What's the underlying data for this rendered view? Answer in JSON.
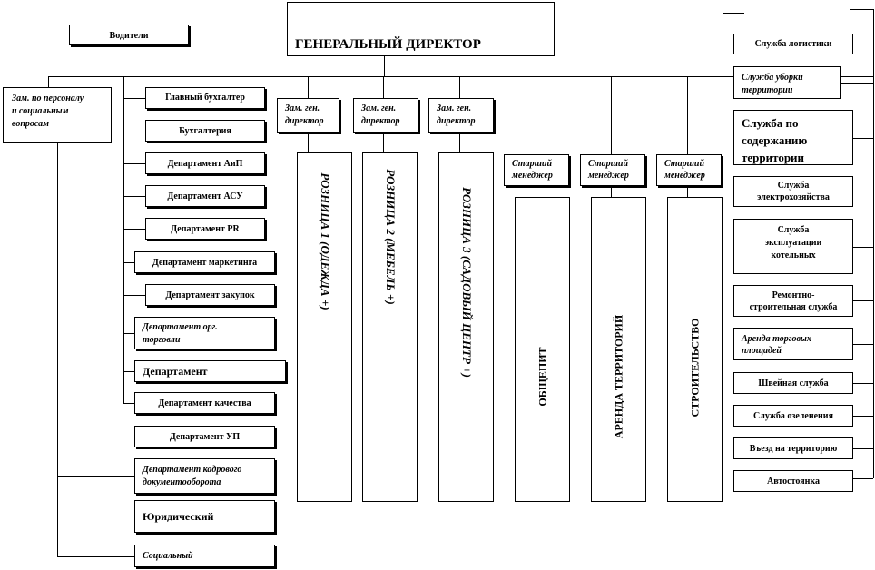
{
  "top": {
    "drivers": "Водители",
    "director": "ГЕНЕРАЛЬНЫЙ ДИРЕКТОР"
  },
  "left": {
    "deputy": [
      "Зам. по персоналу",
      "и социальным",
      "вопросам"
    ],
    "departments": [
      [
        "Главный бухгалтер"
      ],
      [
        "Бухгалтерия"
      ],
      [
        "Департамент АиП"
      ],
      [
        "Департамент АСУ"
      ],
      [
        "Департамент PR"
      ],
      [
        "Департамент маркетинга"
      ],
      [
        "Департамент закупок"
      ],
      [
        "Департамент орг.",
        "торговли"
      ],
      [
        "Департамент"
      ],
      [
        "Департамент качества"
      ],
      [
        "Департамент УП"
      ],
      [
        "Департамент кадрового",
        "документооборота"
      ],
      [
        "Юридический"
      ],
      [
        "Социальный"
      ]
    ]
  },
  "deputies": [
    [
      "Зам. ген.",
      "директор"
    ],
    [
      "Зам. ген.",
      "директор"
    ],
    [
      "Зам. ген.",
      "директор"
    ]
  ],
  "retail": [
    "РОЗНИЦА 1 (ОДЕЖДА +)",
    "РОЗНИЦА 2 (МЕБЕЛЬ +)",
    "РОЗНИЦА 3 (САДОВЫЙ ЦЕНТР +)"
  ],
  "managers": [
    [
      "Старший",
      "менеджер"
    ],
    [
      "Старший",
      "менеджер"
    ],
    [
      "Старший",
      "менеджер"
    ]
  ],
  "units": [
    "ОБЩЕПИТ",
    "АРЕНДА ТЕРРИТОРИЙ",
    "СТРОИТЕЛЬСТВО"
  ],
  "services": [
    [
      "Служба логистики"
    ],
    [
      "Служба уборки",
      "территории"
    ],
    [
      "Служба по",
      "содержанию",
      "территории"
    ],
    [
      "Служба",
      "электрохозяйства"
    ],
    [
      "Служба",
      "эксплуатации",
      "котельных"
    ],
    [
      "Ремонтно-",
      "строительная служба"
    ],
    [
      "Аренда торговых",
      "площадей"
    ],
    [
      "Швейная служба"
    ],
    [
      "Служба озеленения"
    ],
    [
      "Въезд на территорию"
    ],
    [
      "Автостоянка"
    ]
  ]
}
